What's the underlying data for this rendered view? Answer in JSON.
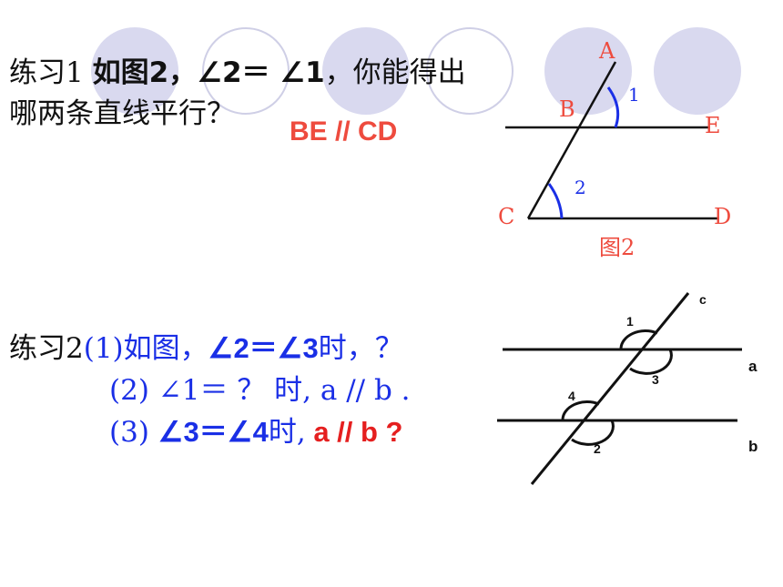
{
  "exercise1": {
    "line1_prefix": "练习1 ",
    "line1_bold": "如图2，∠2＝ ∠1",
    "line1_suffix": "，你能得出",
    "line2": "哪两条直线平行？",
    "answer": "BE // CD"
  },
  "figure2": {
    "points": {
      "A": "A",
      "B": "B",
      "C": "C",
      "D": "D",
      "E": "E"
    },
    "angle1": "1",
    "angle2": "2",
    "caption": "图2"
  },
  "exercise2": {
    "line1_prefix": "练习2",
    "line1_part1": "(1)如图，",
    "line1_bold": "∠2＝∠3",
    "line1_part2": "时，？",
    "line2": "(2) ∠1＝ ？ 时, a // b .",
    "line3_blue_a": "(3) ",
    "line3_bold": "∠3＝∠4",
    "line3_blue_b": "时,",
    "line3_red": " a // b ?"
  },
  "figure_lines": {
    "c": "c",
    "a": "a",
    "b": "b",
    "angles": [
      "1",
      "3",
      "4",
      "2"
    ]
  }
}
